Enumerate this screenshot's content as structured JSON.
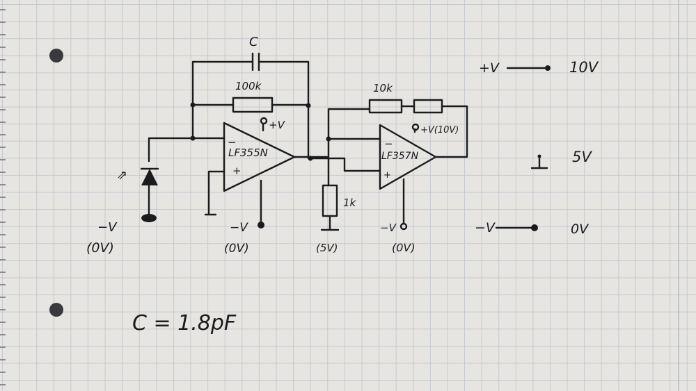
{
  "labels": {
    "cap_label": "C",
    "feedback_resistor": "100k",
    "opamp1_name": "LF355N",
    "opamp1_supply": "+V",
    "opamp1_minus": "−",
    "opamp1_plus": "+",
    "photodiode_symbol": "⇗",
    "left_neg_supply": "−V",
    "left_neg_note": "(0V)",
    "opamp1_neg_supply": "−V",
    "opamp1_neg_note": "(0V)",
    "resistor_10k": "10k",
    "opamp2_name": "LF357N",
    "opamp2_supply": "+V(10V)",
    "opamp2_minus": "−",
    "opamp2_plus": "+",
    "resistor_1k": "1k",
    "mid_note": "(5V)",
    "opamp2_neg_supply": "−V",
    "opamp2_neg_note": "(0V)",
    "legend_pos_symbol": "+V",
    "legend_pos_value": "10V",
    "legend_mid_value": "5V",
    "legend_neg_symbol": "−V",
    "legend_neg_value": "0V",
    "cap_value": "C = 1.8pF"
  },
  "colors": {
    "ink": "#1b1b1d",
    "paper": "#e6e5e1",
    "grid": "#c5c9cf"
  }
}
